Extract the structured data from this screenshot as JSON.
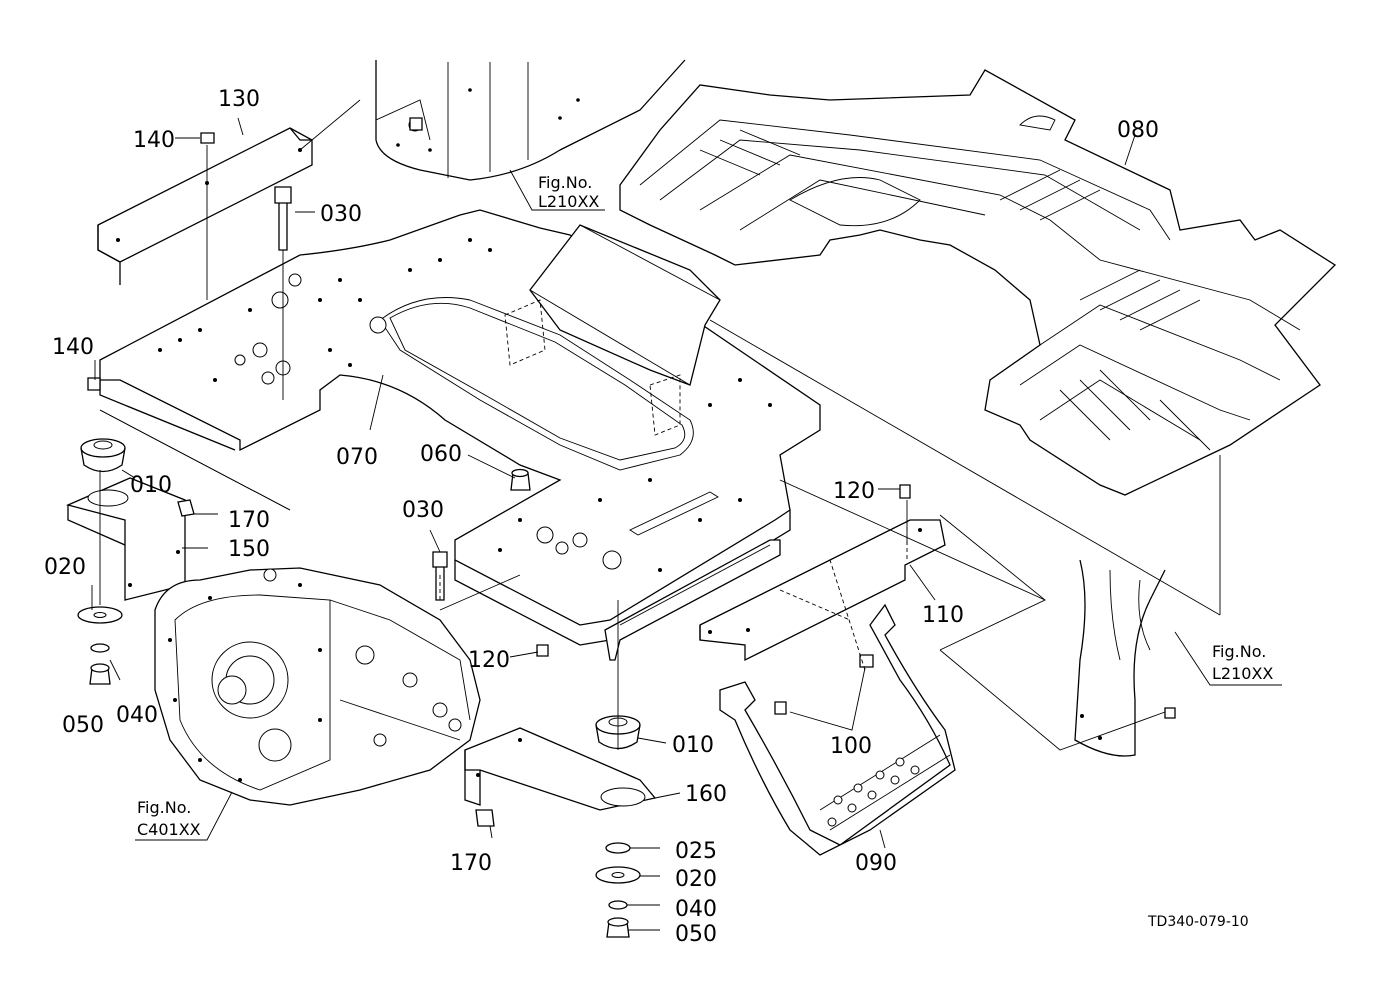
{
  "part_labels": {
    "p130": "130",
    "p140a": "140",
    "p030a": "030",
    "p140b": "140",
    "p070": "070",
    "p060": "060",
    "p010a": "010",
    "p170a": "170",
    "p150": "150",
    "p020a": "020",
    "p040a": "040",
    "p050a": "050",
    "p030b": "030",
    "p120a": "120",
    "p120b": "120",
    "p110": "110",
    "p080": "080",
    "p010b": "010",
    "p100": "100",
    "p160": "160",
    "p170b": "170",
    "p025": "025",
    "p020b": "020",
    "p040b": "040",
    "p050b": "050",
    "p090": "090"
  },
  "references": {
    "ref_top": {
      "line1": "Fig.No.",
      "line2": "L210XX"
    },
    "ref_right": {
      "line1": "Fig.No.",
      "line2": "L210XX"
    },
    "ref_left": {
      "line1": "Fig.No.",
      "line2": "C401XX"
    }
  },
  "drawing_id": "TD340-079-10"
}
